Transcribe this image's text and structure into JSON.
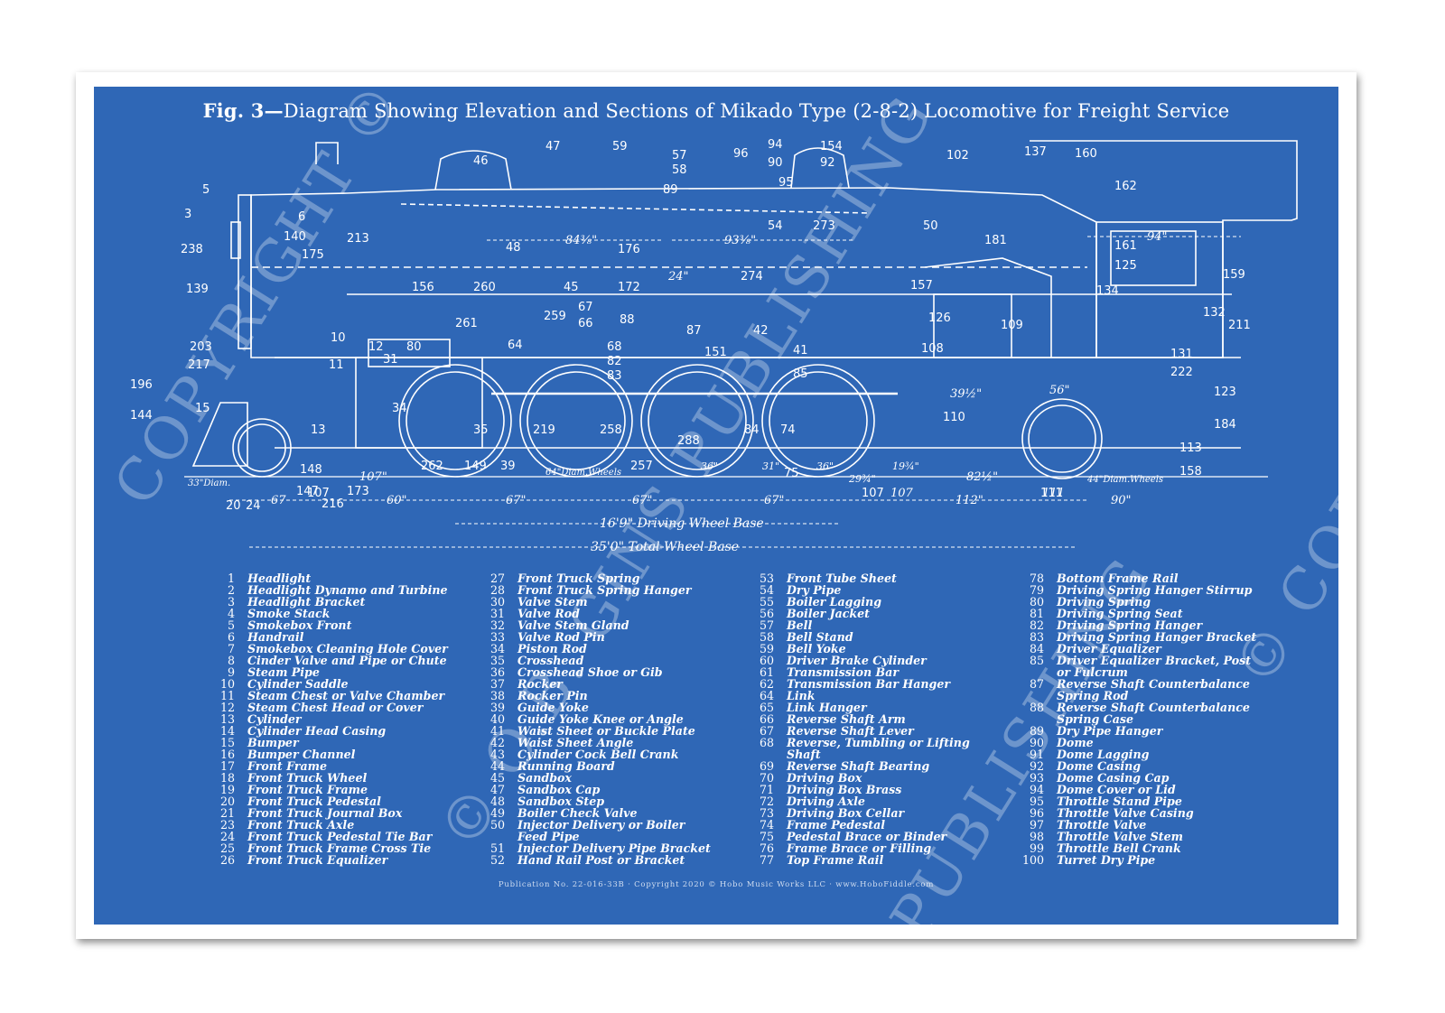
{
  "title": {
    "fig": "Fig. 3—",
    "text": "Diagram Showing Elevation and Sections of Mikado Type (2-8-2) Locomotive for Freight Service"
  },
  "dimensions": {
    "d84": "84⅜\"",
    "d93": "93⅜\"",
    "d94": "94\"",
    "d24": "24\"",
    "d39": "39½\"",
    "d56": "56\"",
    "d33": "33\"Diam.",
    "d107a": "107\"",
    "d60": "60\"",
    "d67a": "67\"",
    "d67b": "67\"",
    "d67c": "67\"",
    "d67s": "67",
    "d36a": "36\"",
    "d31": "31\"",
    "d36b": "36\"",
    "d29": "29¾\"",
    "d19": "19¾\"",
    "d82": "82½\"",
    "d107b": "107",
    "d112": "112\"",
    "d111": "111",
    "d90": "90\"",
    "wheels64": "64\"Diam.Wheels",
    "wheels44": "44\"Diam.Wheels",
    "driving_base": "16'9\" Driving Wheel Base",
    "total_base": "35'0\" Total Wheel Base"
  },
  "callouts": [
    "5",
    "3",
    "238",
    "140",
    "175",
    "139",
    "213",
    "6",
    "47",
    "46",
    "59",
    "57",
    "58",
    "89",
    "96",
    "94",
    "154",
    "90",
    "92",
    "95",
    "102",
    "137",
    "160",
    "162",
    "54",
    "273",
    "50",
    "181",
    "161",
    "125",
    "159",
    "48",
    "176",
    "156",
    "260",
    "45",
    "172",
    "274",
    "157",
    "134",
    "67",
    "66",
    "259",
    "88",
    "87",
    "42",
    "126",
    "109",
    "132",
    "211",
    "203",
    "10",
    "12",
    "31",
    "80",
    "261",
    "64",
    "68",
    "82",
    "83",
    "151",
    "41",
    "85",
    "108",
    "131",
    "222",
    "217",
    "196",
    "15",
    "144",
    "34",
    "13",
    "11",
    "35",
    "219",
    "258",
    "288",
    "84",
    "74",
    "110",
    "123",
    "184",
    "113",
    "158",
    "148",
    "107",
    "147",
    "216",
    "20",
    "24",
    "262",
    "149",
    "39",
    "257",
    "75",
    "173",
    "107",
    "111"
  ],
  "legend": {
    "col1": [
      [
        "1",
        "Headlight"
      ],
      [
        "2",
        "Headlight Dynamo and Turbine"
      ],
      [
        "3",
        "Headlight Bracket"
      ],
      [
        "4",
        "Smoke Stack"
      ],
      [
        "5",
        "Smokebox Front"
      ],
      [
        "6",
        "Handrail"
      ],
      [
        "7",
        "Smokebox Cleaning Hole Cover"
      ],
      [
        "8",
        "Cinder Valve and Pipe or Chute"
      ],
      [
        "9",
        "Steam Pipe"
      ],
      [
        "10",
        "Cylinder Saddle"
      ],
      [
        "11",
        "Steam Chest or Valve Chamber"
      ],
      [
        "12",
        "Steam Chest Head or Cover"
      ],
      [
        "13",
        "Cylinder"
      ],
      [
        "14",
        "Cylinder Head Casing"
      ],
      [
        "15",
        "Bumper"
      ],
      [
        "16",
        "Bumper Channel"
      ],
      [
        "17",
        "Front Frame"
      ],
      [
        "18",
        "Front Truck Wheel"
      ],
      [
        "19",
        "Front Truck Frame"
      ],
      [
        "20",
        "Front Truck Pedestal"
      ],
      [
        "21",
        "Front Truck Journal Box"
      ],
      [
        "23",
        "Front Truck Axle"
      ],
      [
        "24",
        "Front Truck Pedestal Tie Bar"
      ],
      [
        "25",
        "Front Truck Frame Cross Tie"
      ],
      [
        "26",
        "Front Truck Equalizer"
      ]
    ],
    "col2": [
      [
        "27",
        "Front Truck Spring"
      ],
      [
        "28",
        "Front Truck Spring Hanger"
      ],
      [
        "30",
        "Valve Stem"
      ],
      [
        "31",
        "Valve Rod"
      ],
      [
        "32",
        "Valve Stem Gland"
      ],
      [
        "33",
        "Valve Rod Pin"
      ],
      [
        "34",
        "Piston Rod"
      ],
      [
        "35",
        "Crosshead"
      ],
      [
        "36",
        "Crosshead Shoe or Gib"
      ],
      [
        "37",
        "Rocker"
      ],
      [
        "38",
        "Rocker Pin"
      ],
      [
        "39",
        "Guide Yoke"
      ],
      [
        "40",
        "Guide Yoke Knee or Angle"
      ],
      [
        "41",
        "Waist Sheet or Buckle Plate"
      ],
      [
        "42",
        "Waist Sheet Angle"
      ],
      [
        "43",
        "Cylinder Cock Bell Crank"
      ],
      [
        "44",
        "Running Board"
      ],
      [
        "45",
        "Sandbox"
      ],
      [
        "47",
        "Sandbox Cap"
      ],
      [
        "48",
        "Sandbox Step"
      ],
      [
        "49",
        "Boiler Check Valve"
      ],
      [
        "50",
        "Injector Delivery or Boiler"
      ],
      [
        "",
        "Feed Pipe"
      ],
      [
        "51",
        "Injector Delivery Pipe Bracket"
      ],
      [
        "52",
        "Hand Rail Post or Bracket"
      ]
    ],
    "col3": [
      [
        "53",
        "Front Tube Sheet"
      ],
      [
        "54",
        "Dry Pipe"
      ],
      [
        "55",
        "Boiler Lagging"
      ],
      [
        "56",
        "Boiler Jacket"
      ],
      [
        "57",
        "Bell"
      ],
      [
        "58",
        "Bell Stand"
      ],
      [
        "59",
        "Bell Yoke"
      ],
      [
        "60",
        "Driver Brake Cylinder"
      ],
      [
        "61",
        "Transmission Bar"
      ],
      [
        "62",
        "Transmission Bar Hanger"
      ],
      [
        "64",
        "Link"
      ],
      [
        "65",
        "Link Hanger"
      ],
      [
        "66",
        "Reverse Shaft Arm"
      ],
      [
        "67",
        "Reverse Shaft Lever"
      ],
      [
        "68",
        "Reverse, Tumbling or Lifting"
      ],
      [
        "",
        "Shaft"
      ],
      [
        "69",
        "Reverse Shaft Bearing"
      ],
      [
        "70",
        "Driving Box"
      ],
      [
        "71",
        "Driving Box Brass"
      ],
      [
        "72",
        "Driving Axle"
      ],
      [
        "73",
        "Driving Box Cellar"
      ],
      [
        "74",
        "Frame Pedestal"
      ],
      [
        "75",
        "Pedestal Brace or Binder"
      ],
      [
        "76",
        "Frame Brace or Filling"
      ],
      [
        "77",
        "Top Frame Rail"
      ]
    ],
    "col4": [
      [
        "78",
        "Bottom Frame Rail"
      ],
      [
        "79",
        "Driving Spring Hanger Stirrup"
      ],
      [
        "80",
        "Driving Spring"
      ],
      [
        "81",
        "Driving Spring Seat"
      ],
      [
        "82",
        "Driving Spring Hanger"
      ],
      [
        "83",
        "Driving Spring Hanger Bracket"
      ],
      [
        "84",
        "Driver Equalizer"
      ],
      [
        "85",
        "Driver Equalizer Bracket, Post"
      ],
      [
        "",
        "or Fulcrum"
      ],
      [
        "87",
        "Reverse Shaft Counterbalance"
      ],
      [
        "",
        "Spring Rod"
      ],
      [
        "88",
        "Reverse Shaft Counterbalance"
      ],
      [
        "",
        "Spring Case"
      ],
      [
        "89",
        "Dry Pipe Hanger"
      ],
      [
        "90",
        "Dome"
      ],
      [
        "91",
        "Dome Lagging"
      ],
      [
        "92",
        "Dome Casing"
      ],
      [
        "93",
        "Dome Casing Cap"
      ],
      [
        "94",
        "Dome Cover or Lid"
      ],
      [
        "95",
        "Throttle Stand Pipe"
      ],
      [
        "96",
        "Throttle Valve Casing"
      ],
      [
        "97",
        "Throttle Valve"
      ],
      [
        "98",
        "Throttle Valve Stem"
      ],
      [
        "99",
        "Throttle Bell Crank"
      ],
      [
        "100",
        "Turret Dry Pipe"
      ]
    ]
  },
  "footer": "Publication No. 22-016-33B · Copyright 2020 © Hobo Music Works LLC · www.HoboFiddle.com",
  "watermarks": [
    "COPYRIGHT ©",
    "© O.B. GINS PUBLISHING",
    "© COPYRIGHT",
    "PUBLISHING"
  ],
  "colors": {
    "blueprint": "#2f67b6",
    "ink": "#ffffff"
  }
}
